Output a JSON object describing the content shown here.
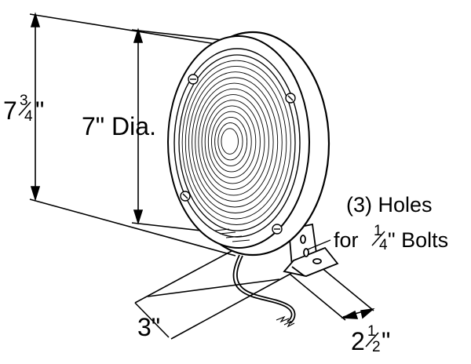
{
  "dimensions": {
    "overall_height": {
      "whole": "7",
      "num": "3",
      "den": "4",
      "unit": "\""
    },
    "diameter": "7\" Dia.",
    "depth": "3\"",
    "base_width": {
      "whole": "2",
      "num": "1",
      "den": "2",
      "unit": "\""
    }
  },
  "holes_note": {
    "line1": "(3) Holes",
    "line2_prefix": "for ",
    "fraction_num": "1",
    "fraction_den": "4",
    "line2_suffix": "\" Bolts"
  }
}
